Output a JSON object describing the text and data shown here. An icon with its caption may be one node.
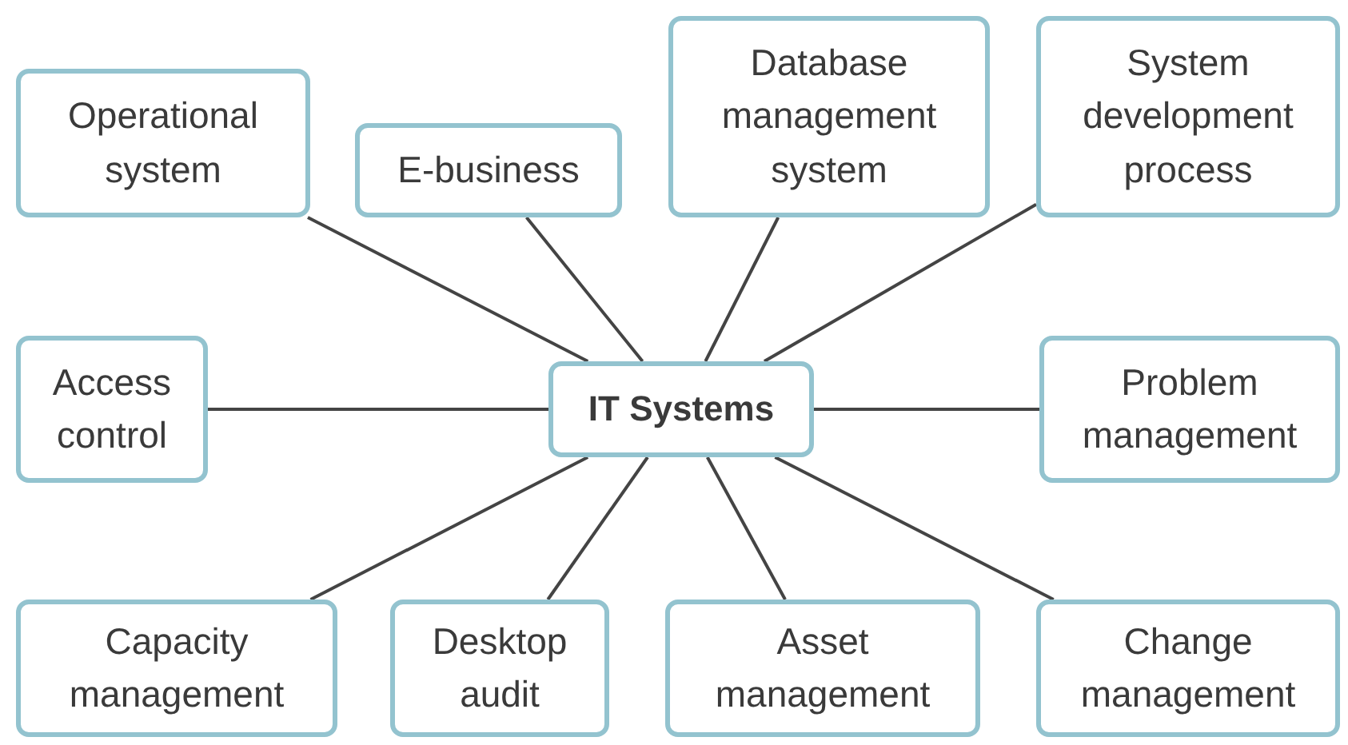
{
  "diagram": {
    "nodes": [
      {
        "text": [
          "Operational system"
        ]
      },
      {
        "text": [
          "E-business"
        ]
      },
      {
        "text": [
          "Database management system"
        ]
      },
      {
        "text": [
          "System development process"
        ]
      },
      {
        "text": [
          "Access control"
        ]
      },
      {
        "text": [
          "IT Systems"
        ]
      },
      {
        "text": [
          "Problem management"
        ]
      },
      {
        "text": [
          "Capacity management"
        ]
      },
      {
        "text": [
          "Desktop audit"
        ]
      },
      {
        "text": [
          "Asset management"
        ]
      },
      {
        "text": [
          "Change management"
        ]
      }
    ],
    "edges": [
      {
        "from": 5,
        "to": 0,
        "arrow": "none"
      },
      {
        "from": 5,
        "to": 1,
        "arrow": "none"
      },
      {
        "from": 5,
        "to": 2,
        "arrow": "none"
      },
      {
        "from": 5,
        "to": 3,
        "arrow": "none"
      },
      {
        "from": 5,
        "to": 4,
        "arrow": "none"
      },
      {
        "from": 5,
        "to": 6,
        "arrow": "none"
      },
      {
        "from": 5,
        "to": 7,
        "arrow": "none"
      },
      {
        "from": 5,
        "to": 8,
        "arrow": "none"
      },
      {
        "from": 5,
        "to": 9,
        "arrow": "none"
      },
      {
        "from": 5,
        "to": 10,
        "arrow": "none"
      }
    ]
  }
}
